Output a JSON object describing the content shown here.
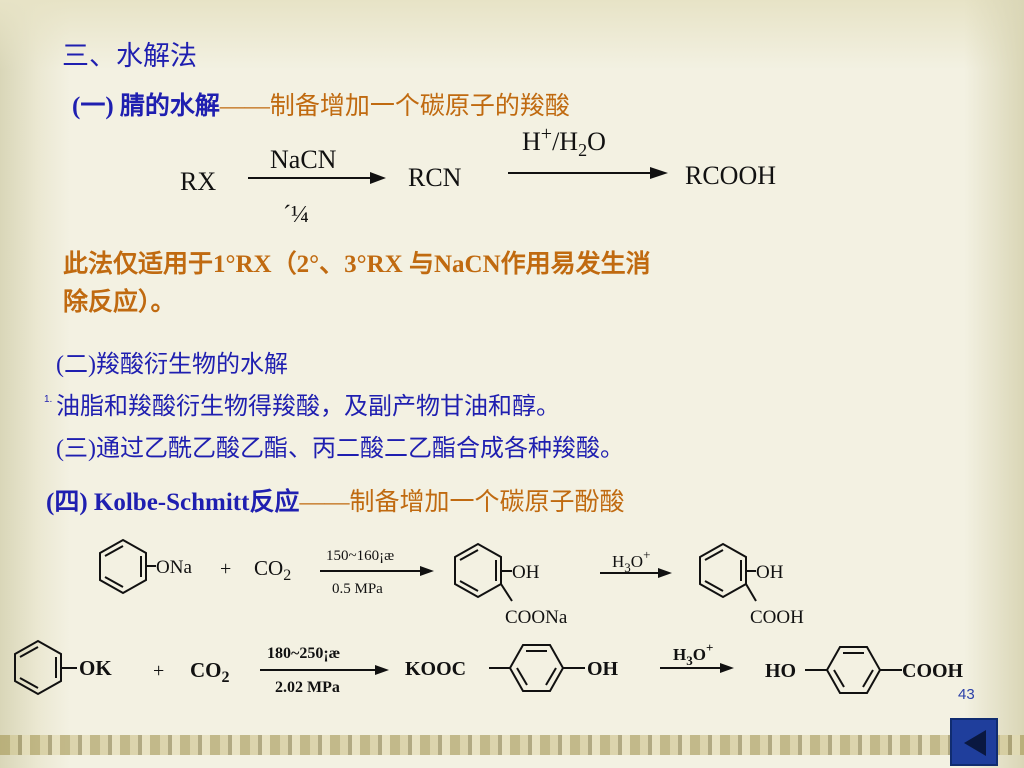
{
  "slide": {
    "heading": "三、水解法",
    "section1": {
      "label": "(一) 腈的水解",
      "dash": "——",
      "desc": "制备增加一个碳原子的羧酸"
    },
    "reaction1": {
      "rx": "RX",
      "reagent_top": "NaCN",
      "reagent_bottom": "´¼",
      "rcn": "RCN",
      "reagent2_h": "H",
      "reagent2_plus": "+",
      "reagent2_rest": "/H",
      "reagent2_sub": "2",
      "reagent2_o": "O",
      "product": "RCOOH"
    },
    "note_line1": "此法仅适用于1°RX（2°、3°RX 与NaCN作用易发生消",
    "note_line2": "除反应）。",
    "section2": "(二)羧酸衍生物的水解",
    "line_marker": "1.",
    "line_oil": "油脂和羧酸衍生物得羧酸，及副产物甘油和醇。",
    "section3": "(三)通过乙酰乙酸乙酯、丙二酸二乙酯合成各种羧酸。",
    "section4": {
      "label": "(四) Kolbe-Schmitt反应",
      "dash": "——",
      "desc": "制备增加一个碳原子酚酸"
    },
    "scheme1": {
      "phenoxide": "ONa",
      "plus": "+",
      "co2": "CO",
      "co2_sub": "2",
      "cond_top": "150~160¡æ",
      "cond_bottom": "0.5 MPa",
      "inter_oh": "OH",
      "inter_coo": "COONa",
      "acid_h": "H",
      "acid_sub": "3",
      "acid_o": "O",
      "acid_plus": "+",
      "prod_oh": "OH",
      "prod_cooh": "COOH"
    },
    "scheme2": {
      "phenoxide": "OK",
      "plus": "+",
      "co2": "CO",
      "co2_sub": "2",
      "cond_top": "180~250¡æ",
      "cond_bottom": "2.02 MPa",
      "inter_left": "KOOC",
      "inter_right": "OH",
      "acid_h": "H",
      "acid_sub": "3",
      "acid_o": "O",
      "acid_plus": "+",
      "prod_left": "HO",
      "prod_right": "COOH"
    },
    "page_number": "43"
  }
}
